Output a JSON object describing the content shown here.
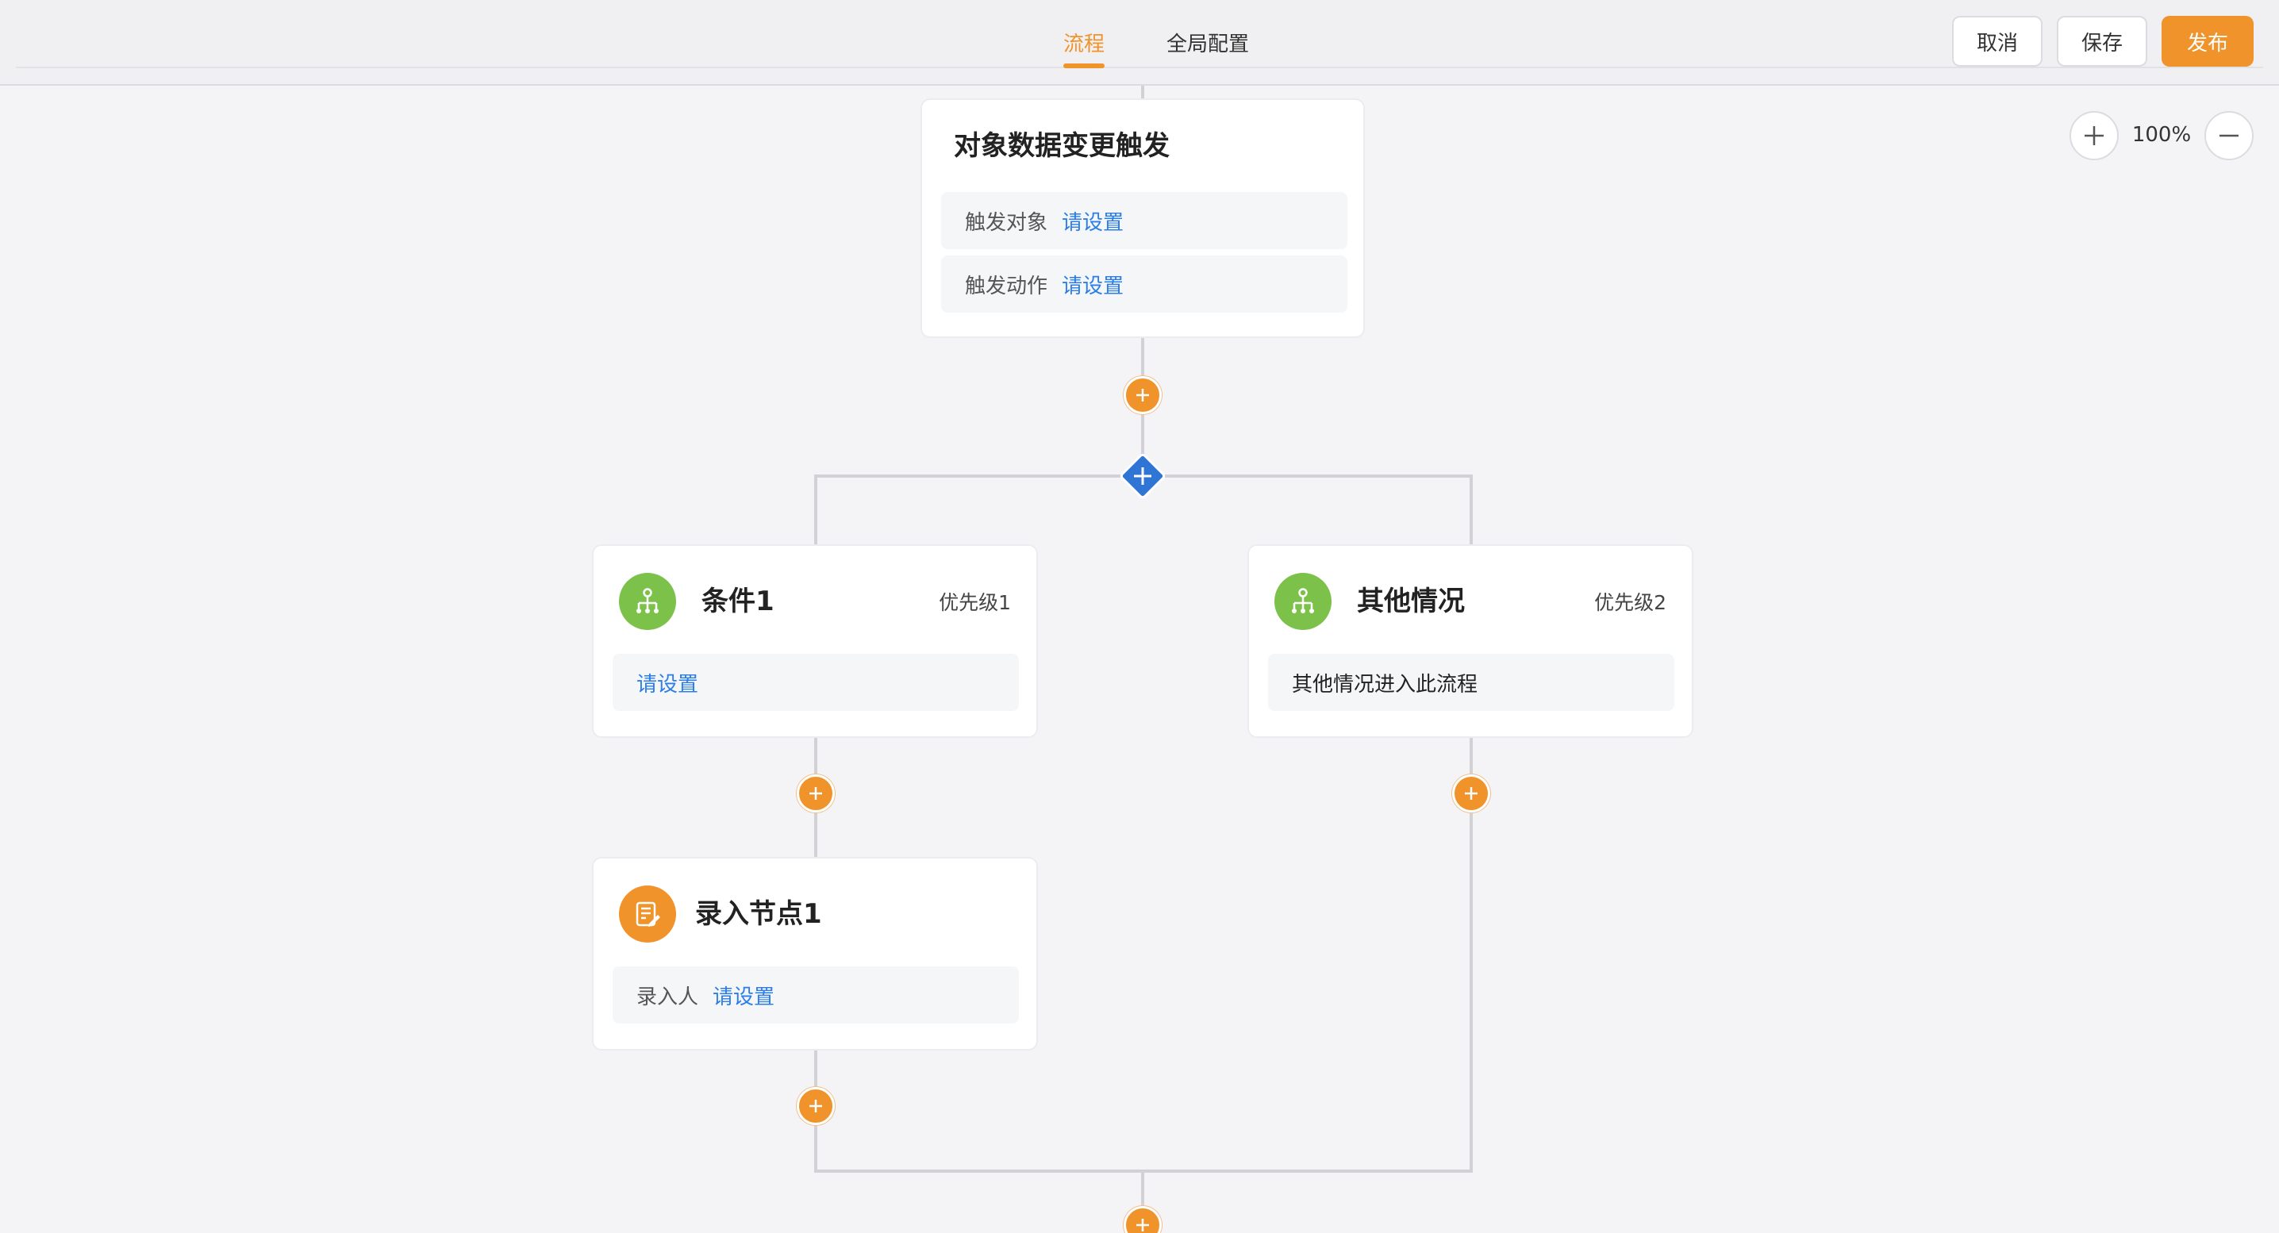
{
  "header": {
    "tabs": [
      {
        "label": "流程",
        "active": true
      },
      {
        "label": "全局配置",
        "active": false
      }
    ],
    "buttons": {
      "cancel": "取消",
      "save": "保存",
      "publish": "发布"
    }
  },
  "zoom": {
    "level": "100%"
  },
  "trigger": {
    "title": "对象数据变更触发",
    "rows": [
      {
        "label": "触发对象",
        "value": "请设置"
      },
      {
        "label": "触发动作",
        "value": "请设置"
      }
    ]
  },
  "branches": [
    {
      "title": "条件1",
      "priority": "优先级1",
      "content": "请设置",
      "content_is_link": true
    },
    {
      "title": "其他情况",
      "priority": "优先级2",
      "content": "其他情况进入此流程",
      "content_is_link": false
    }
  ],
  "entry_node": {
    "title": "录入节点1",
    "row_label": "录入人",
    "row_value": "请设置"
  },
  "colors": {
    "accent": "#f0932b",
    "link": "#2b7de9",
    "condition_icon": "#7cc24a",
    "entry_icon": "#f0932b",
    "diamond": "#2f75d6"
  }
}
